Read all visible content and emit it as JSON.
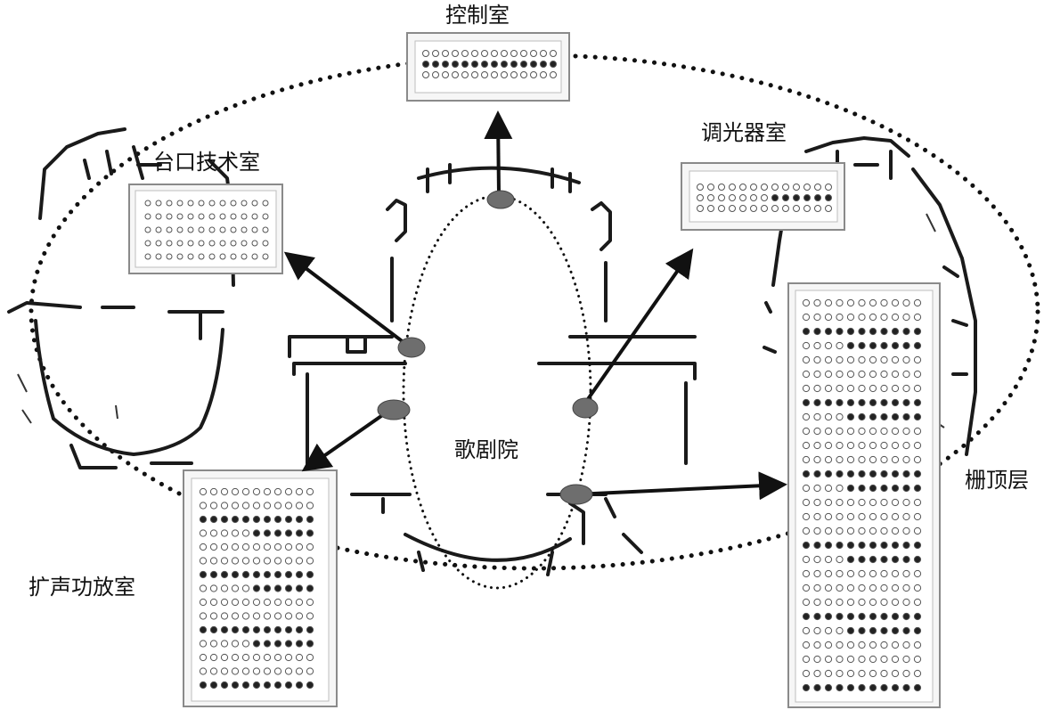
{
  "labels": {
    "control_room": "控制室",
    "dimmer_room": "调光器室",
    "proscenium_room": "台口技术室",
    "opera_house": "歌剧院",
    "amplifier_room": "扩声功放室",
    "grid_level": "栅顶层"
  },
  "colors": {
    "line": "#111111",
    "node": "#6e6e6e",
    "panel": "#f6f6f6"
  }
}
